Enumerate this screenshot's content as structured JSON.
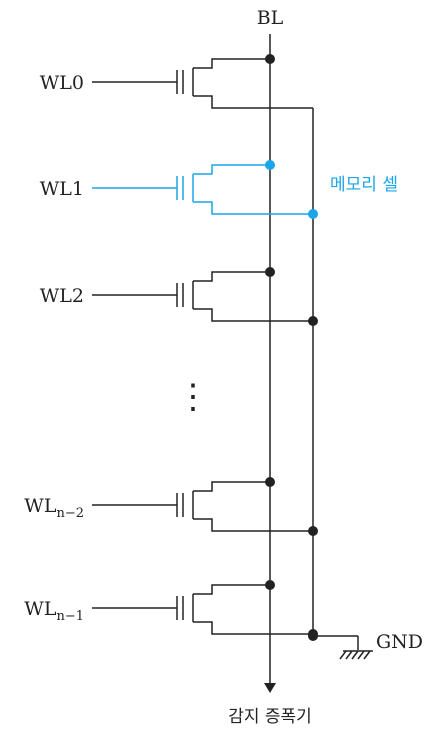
{
  "colors": {
    "line": "#222222",
    "highlight": "#1aa6e8"
  },
  "bitline": {
    "label": "BL"
  },
  "wordlines": [
    {
      "name": "WL0",
      "base": "WL",
      "sub": "0",
      "highlight": false
    },
    {
      "name": "WL1",
      "base": "WL",
      "sub": "1",
      "highlight": true
    },
    {
      "name": "WL2",
      "base": "WL",
      "sub": "2",
      "highlight": false
    },
    {
      "name": "WLn-2",
      "base": "WL",
      "sub": "n−2",
      "highlight": false
    },
    {
      "name": "WLn-1",
      "base": "WL",
      "sub": "n−1",
      "highlight": false
    }
  ],
  "ellipsis": "⋮",
  "cell_label": "메모리 셀",
  "ground_label": "GND",
  "sense_amp_label": "감지 증폭기"
}
